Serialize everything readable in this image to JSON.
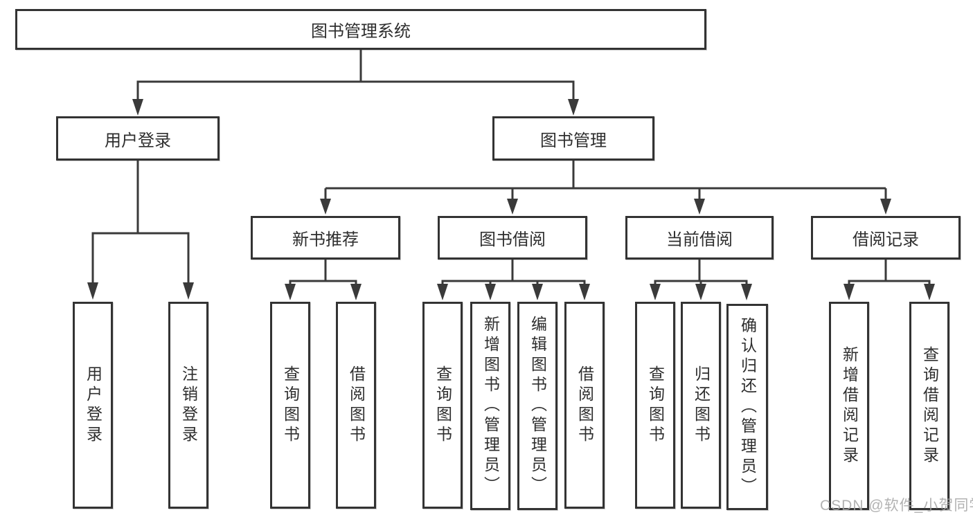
{
  "tree": {
    "root": {
      "label": "图书管理系统",
      "children": [
        {
          "label": "用户登录",
          "children": [
            {
              "label": "用户登录"
            },
            {
              "label": "注销登录"
            }
          ]
        },
        {
          "label": "图书管理",
          "children": [
            {
              "label": "新书推荐",
              "children": [
                {
                  "label": "查询图书"
                },
                {
                  "label": "借阅图书"
                }
              ]
            },
            {
              "label": "图书借阅",
              "children": [
                {
                  "label": "查询图书"
                },
                {
                  "label": "新增图书（管理员）"
                },
                {
                  "label": "编辑图书（管理员）"
                },
                {
                  "label": "借阅图书"
                }
              ]
            },
            {
              "label": "当前借阅",
              "children": [
                {
                  "label": "查询图书"
                },
                {
                  "label": "归还图书"
                },
                {
                  "label": "确认归还（管理员）"
                }
              ]
            },
            {
              "label": "借阅记录",
              "children": [
                {
                  "label": "新增借阅记录"
                },
                {
                  "label": "查询借阅记录"
                }
              ]
            }
          ]
        }
      ]
    }
  },
  "watermark": {
    "text": "CSDN @软件_小贺同学"
  },
  "colors": {
    "line": "#3a3a3a",
    "box_border": "#333333",
    "text": "#2e2e2e",
    "watermark": "#a5a5a5",
    "background": "#ffffff"
  }
}
